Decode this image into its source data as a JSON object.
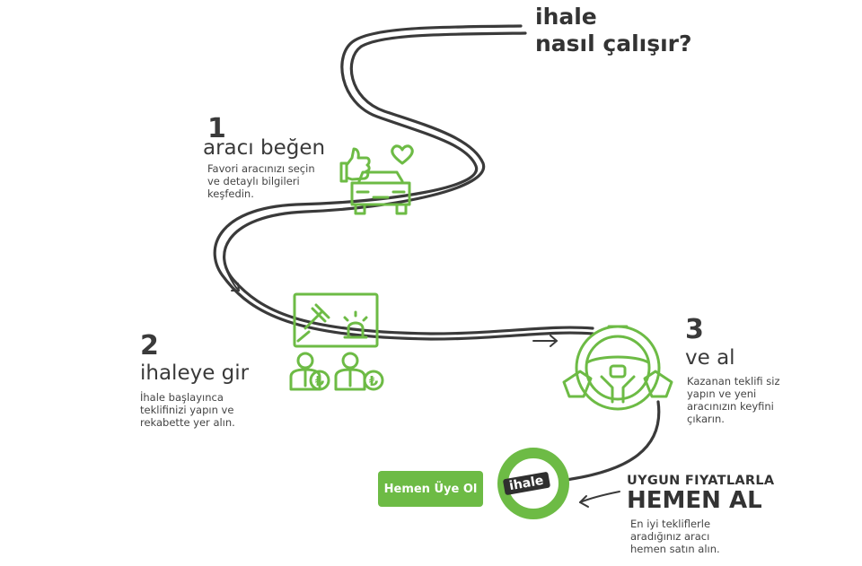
{
  "title": {
    "line1": "ihale",
    "line2": "nasıl çalışır?"
  },
  "steps": [
    {
      "number": "1",
      "heading": "aracı beğen",
      "desc": [
        "Favori aracınızı seçin",
        "ve detaylı bilgileri",
        "keşfedin."
      ]
    },
    {
      "number": "2",
      "heading": "ihaleye gir",
      "desc": [
        "İhale başlayınca",
        "teklifinizi yapın ve",
        "rekabette yer alın."
      ]
    },
    {
      "number": "3",
      "heading": "ve al",
      "desc": [
        "Kazanan teklifi siz",
        "yapın ve yeni",
        "aracınızın keyfini",
        "çıkarın."
      ]
    }
  ],
  "register_button": "Hemen Üye Ol",
  "logo_text": "ihale",
  "buy_now": {
    "sub": "UYGUN FIYATLARLA",
    "main": "HEMEN AL",
    "desc": [
      "En iyi tekliflerle",
      "aradığınız aracı",
      "hemen satın alın."
    ]
  },
  "icons": [
    "thumbs-up-car-heart-icon",
    "auction-board-bidders-icon",
    "steering-wheel-hands-icon",
    "ihale-logo-ring-icon",
    "arrow-icon"
  ],
  "colors": {
    "accent": "#6dbb45",
    "road": "#3a3a3a",
    "text": "#3d3d3d"
  }
}
